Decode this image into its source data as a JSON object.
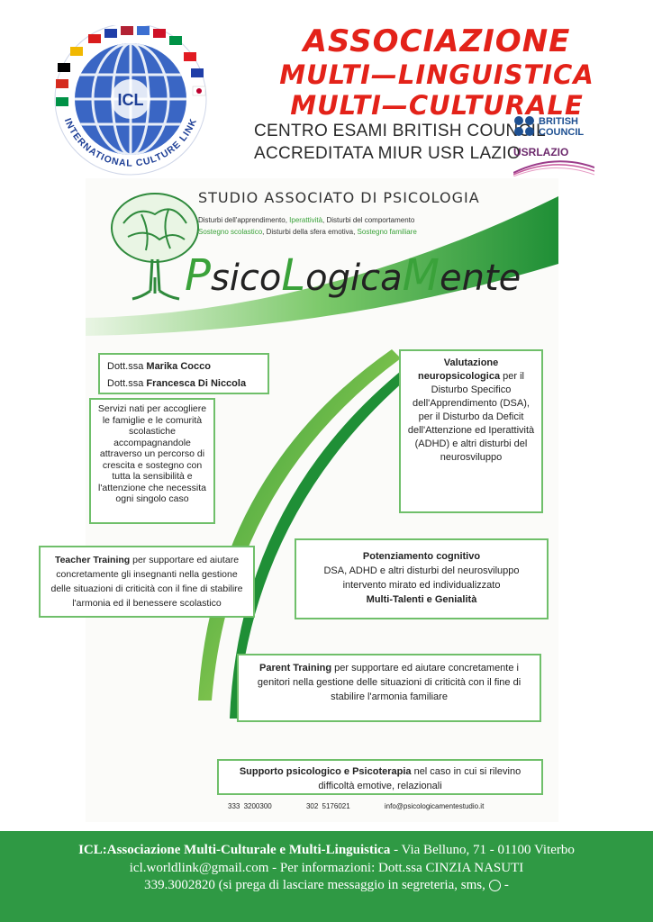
{
  "header": {
    "title_line1": "ASSOCIAZIONE",
    "title_line2": "MULTI—LINGUISTICA",
    "title_line3": "MULTI—CULTURALE",
    "centro": "CENTRO ESAMI BRITISH COUNCIL",
    "accreditata": "ACCREDITATA MIUR USR LAZIO",
    "british_council_line1": "BRITISH",
    "british_council_line2": "COUNCIL",
    "usr_logo": "USRLAZIO"
  },
  "logo": {
    "center_text": "ICL",
    "ring_text": "INTERNATIONAL CULTURE LINK",
    "icon": "globe-flags-icon"
  },
  "flyer": {
    "studio": "STUDIO ASSOCIATO DI PSICOLOGIA",
    "sub1_a": "Disturbi dell'apprendimento, ",
    "sub1_b": "Iperattività",
    "sub1_c": ", Disturbi del comportamento",
    "sub2_a": "Sostegno scolastico",
    "sub2_b": ", Disturbi della sfera emotiva, ",
    "sub2_c": "Sostegno familiare",
    "brand_p": "P",
    "brand_sico": "sico",
    "brand_l": "L",
    "brand_ogica": "ogica",
    "brand_m": "M",
    "brand_ente": "ente",
    "name1_prefix": "Dott.ssa ",
    "name1": "Marika Cocco",
    "name2_prefix": "Dott.ssa ",
    "name2": "Francesca Di Niccola",
    "servizi": "Servizi nati per accogliere le famiglie e le comurità scolastiche accompagnandole attraverso un percorso di crescita e sostegno con tutta la sensibilità e l'attenzione che necessita ogni singolo caso",
    "valut_title": "Valutazione neuropsicologica",
    "valut_body": " per il Disturbo Specifico dell'Apprendimento (DSA), per il Disturbo da Deficit dell'Attenzione ed Iperattività (ADHD) e altri disturbi del neurosviluppo",
    "teacher_title": "Teacher Training",
    "teacher_body": " per supportare ed aiutare concretamente gli insegnanti nella gestione delle situazioni di criticità con il fine di stabilire l'armonia ed il benessere scolastico",
    "poten_title": "Potenziamento cognitivo",
    "poten_body1": "DSA, ADHD e altri disturbi del neurosviluppo",
    "poten_body2": "intervento mirato ed individualizzato",
    "poten_bold": "Multi-Talenti e Genialità",
    "parent_title": "Parent Training",
    "parent_body": " per supportare ed aiutare concretamente i genitori nella gestione delle situazioni di criticità con il fine di stabilire l'armonia familiare",
    "supporto_title": "Supporto psicologico e Psicoterapia",
    "supporto_body": " nel caso in cui si rilevino difficoltà emotive, relazionali",
    "phone1": "333 3200300",
    "phone2": "302 5176021",
    "email": "info@psicologicamentestudio.it"
  },
  "footer": {
    "line1_bold": "ICL:Associazione Multi-Culturale e Multi-Linguistica",
    "line1_rest": " - Via Belluno, 71 - 01100 Viterbo",
    "line2": "icl.worldlink@gmail.com - Per informazioni: Dott.ssa CINZIA NASUTI",
    "line3_a": "339.3002820 (si prega di lasciare messaggio in segreteria, sms,",
    "line3_b": "-",
    "whatsapp_icon": "whatsapp-icon"
  },
  "colors": {
    "red": "#e32219",
    "green": "#2f9944",
    "box_border": "#6fbf6a",
    "brand_green": "#3aa23a"
  }
}
